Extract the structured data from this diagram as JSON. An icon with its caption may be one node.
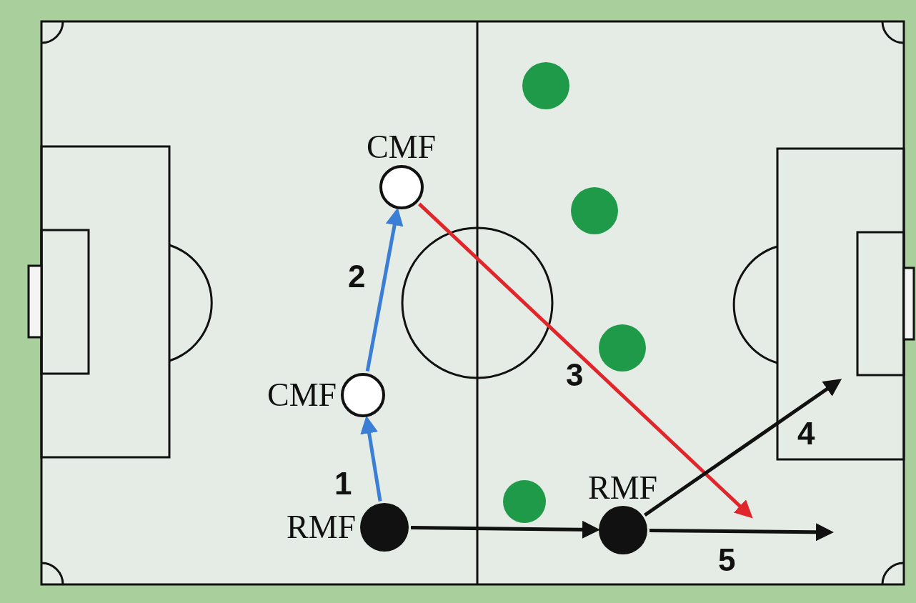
{
  "diagram": {
    "nodes": [
      {
        "text": [
          "CMF"
        ]
      },
      {
        "text": [
          "CMF"
        ]
      },
      {
        "text": [
          "RMF"
        ]
      },
      {
        "text": [
          "RMF"
        ]
      },
      {
        "text": [],
        "shape": "circle"
      },
      {
        "text": [],
        "shape": "circle"
      },
      {
        "text": [],
        "shape": "circle"
      },
      {
        "text": [],
        "shape": "circle"
      }
    ],
    "edges": [
      {
        "from": 2,
        "to": 1,
        "arrow": "to",
        "label": "1",
        "color": "#3a7fd5"
      },
      {
        "from": 1,
        "to": 0,
        "arrow": "to",
        "label": "2",
        "color": "#3a7fd5"
      },
      {
        "from": 0,
        "to": null,
        "arrow": "to",
        "label": "3",
        "color": "#e0262b"
      },
      {
        "from": 2,
        "to": 3,
        "arrow": "to"
      },
      {
        "from": 3,
        "to": null,
        "arrow": "to",
        "label": "4"
      },
      {
        "from": 3,
        "to": null,
        "arrow": "to",
        "label": "5"
      }
    ]
  }
}
